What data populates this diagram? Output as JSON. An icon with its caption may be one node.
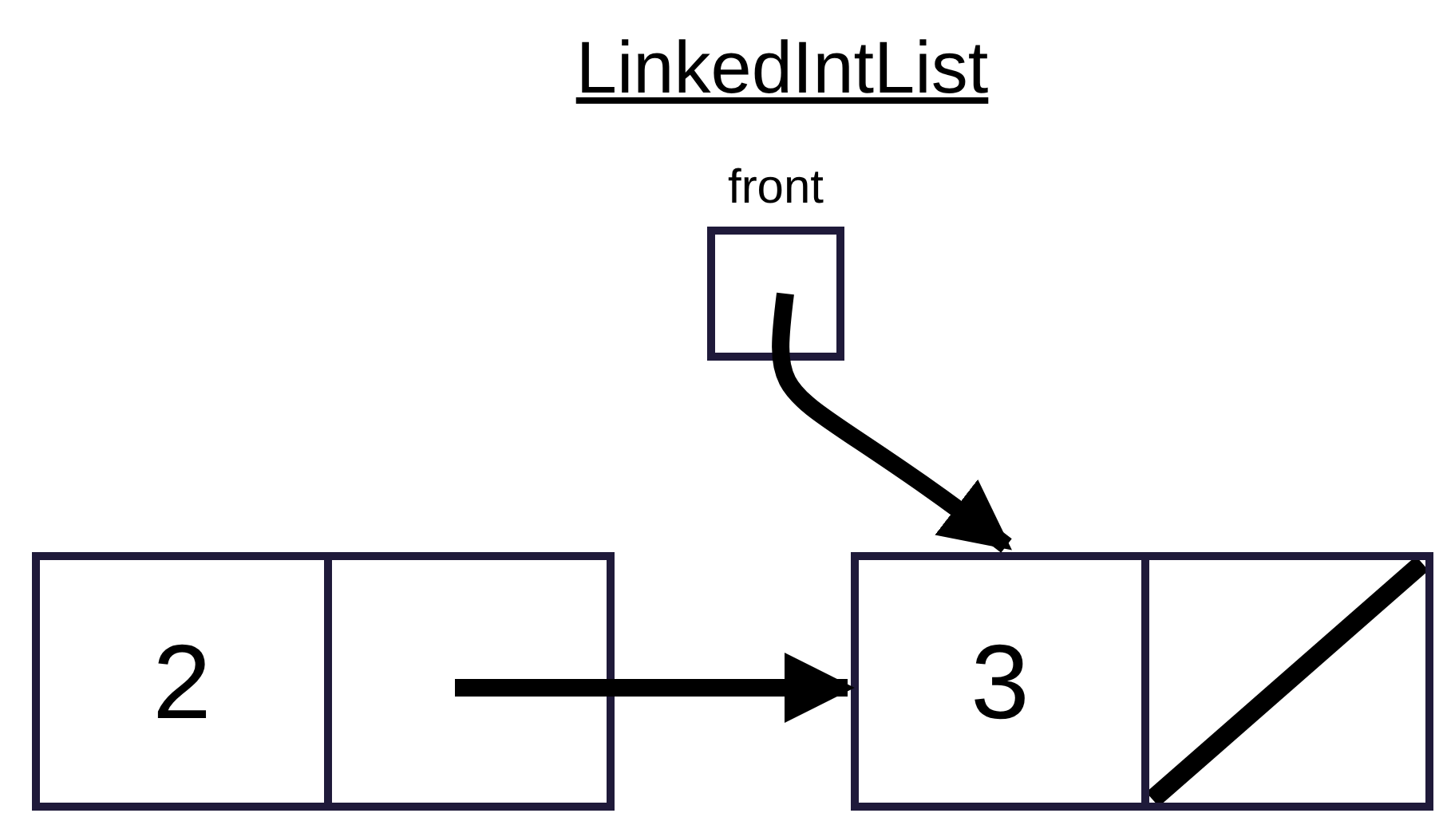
{
  "diagram": {
    "title": "LinkedIntList",
    "nodes": [
      {
        "text": [
          "front"
        ]
      },
      {
        "text": [
          "2"
        ]
      },
      {
        "text": [],
        "shape": "box"
      },
      {
        "text": [
          "3"
        ]
      },
      {
        "text": [],
        "shape": "box"
      }
    ],
    "edges": [
      {
        "from": 0,
        "to": 3,
        "arrow": "to"
      },
      {
        "from": 2,
        "to": 3,
        "arrow": "to"
      }
    ]
  }
}
